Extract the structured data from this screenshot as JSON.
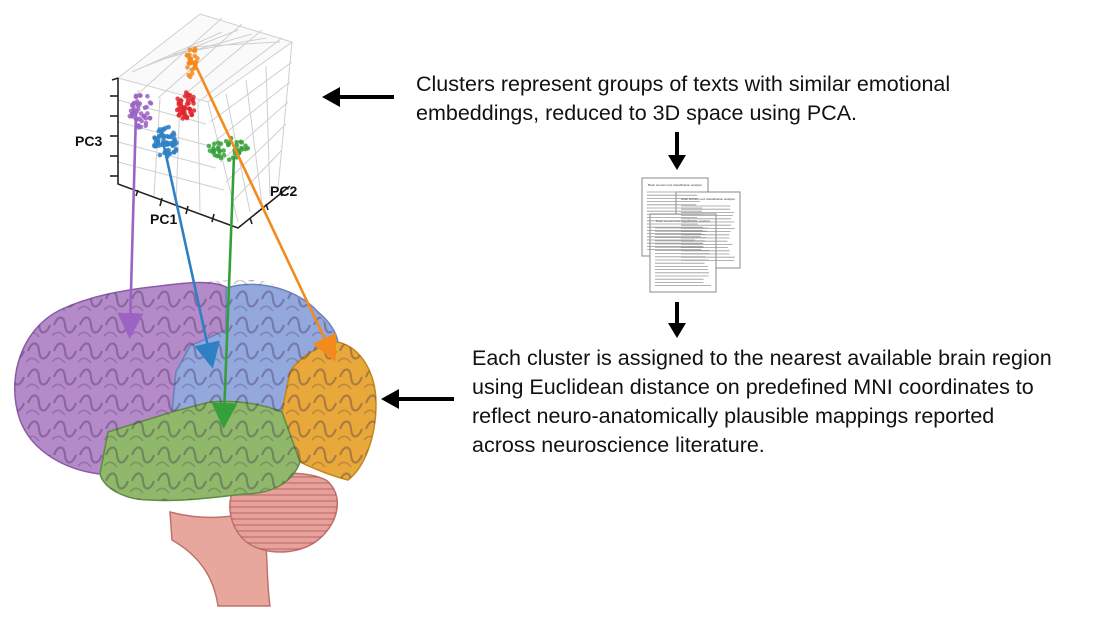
{
  "scatter": {
    "axis_labels": {
      "pc1": "PC1",
      "pc2": "PC2",
      "pc3": "PC3"
    },
    "clusters": [
      {
        "name": "purple",
        "color": "#9a63c4"
      },
      {
        "name": "blue",
        "color": "#2f7fc4"
      },
      {
        "name": "red",
        "color": "#e0252b"
      },
      {
        "name": "orange",
        "color": "#f48a1c"
      },
      {
        "name": "green",
        "color": "#35a03a"
      }
    ]
  },
  "captions": {
    "top": [
      "Clusters represent groups of texts with similar emotional",
      "embeddings, reduced to 3D space using PCA."
    ],
    "bottom": [
      "Each cluster is assigned to the nearest available brain region",
      "using Euclidean distance on predefined MNI coordinates to",
      "reflect neuro-anatomically plausible mappings reported",
      "across neuroscience literature."
    ]
  },
  "brain_regions": [
    {
      "name": "frontal-lobe",
      "color": "#b48ac9"
    },
    {
      "name": "parietal-lobe",
      "color": "#93a8dc"
    },
    {
      "name": "temporal-lobe",
      "color": "#8fb86a"
    },
    {
      "name": "occipital-lobe",
      "color": "#e9a93a"
    },
    {
      "name": "cerebellum",
      "color": "#e8a09a"
    },
    {
      "name": "brainstem",
      "color": "#e7a79c"
    }
  ],
  "document_titles": [
    "Brain emotion text classification analysis",
    "Brain emotion text classification analysis",
    "Brain emotion text classification analysis"
  ]
}
